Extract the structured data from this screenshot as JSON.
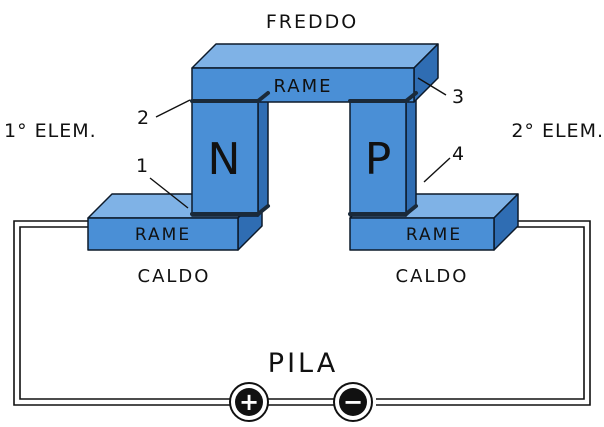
{
  "labels": {
    "freddo": "FREDDO",
    "rame_top": "RAME",
    "rame_left": "RAME",
    "rame_right": "RAME",
    "caldo_left": "CALDO",
    "caldo_right": "CALDO",
    "elem1": "1° ELEM.",
    "elem2": "2° ELEM.",
    "pila": "PILA",
    "n": "N",
    "p": "P",
    "junction_1": "1",
    "junction_2": "2",
    "junction_3": "3",
    "junction_4": "4"
  },
  "battery": {
    "positive_symbol": "+",
    "negative_symbol": "−"
  },
  "colors": {
    "block_front": "#4a8fd6",
    "block_top": "#7fb2e6",
    "block_side": "#2f6db3",
    "junction": "#1a2a3a",
    "wire": "#111111",
    "outline": "#0d1a2a"
  }
}
